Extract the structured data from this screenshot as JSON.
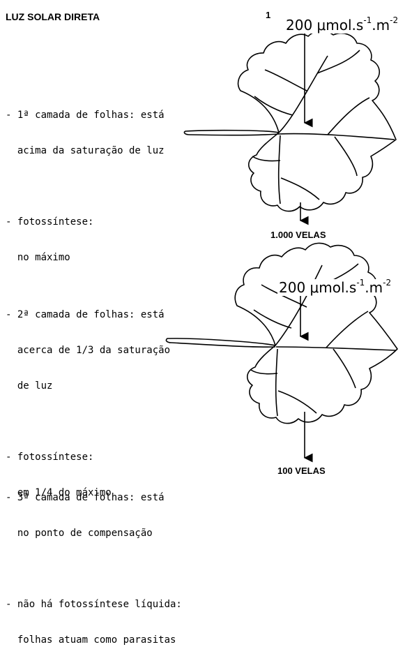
{
  "header": {
    "title": "LUZ SOLAR DIRETA",
    "page_number": "1"
  },
  "flux_labels": [
    {
      "value": "200 μmol.s",
      "exp1": "-1",
      "unit2": ".m",
      "exp2": "-2"
    },
    {
      "value": "200 μmol.s",
      "exp1": "-1",
      "unit2": ".m",
      "exp2": "-2"
    }
  ],
  "layers": [
    {
      "line1": "- 1ª camada de folhas: está",
      "line2": "  acima da saturação de luz",
      "line3": "- fotossíntese:",
      "line4": "  no máximo"
    },
    {
      "line1": "- 2ª camada de folhas: está",
      "line2": "  acerca de 1/3 da saturação",
      "line3": "  de luz",
      "line4": "- fotossíntese:",
      "line5": "  em 1/4 do máximo"
    },
    {
      "line1": "- 3ª camada de folhas: está",
      "line2": "  no ponto de compensação",
      "line3": "- não há fotossíntese líquida:",
      "line4": "  folhas atuam como parasitas"
    }
  ],
  "intensity_labels": [
    "1.000 VELAS",
    "100 VELAS"
  ]
}
